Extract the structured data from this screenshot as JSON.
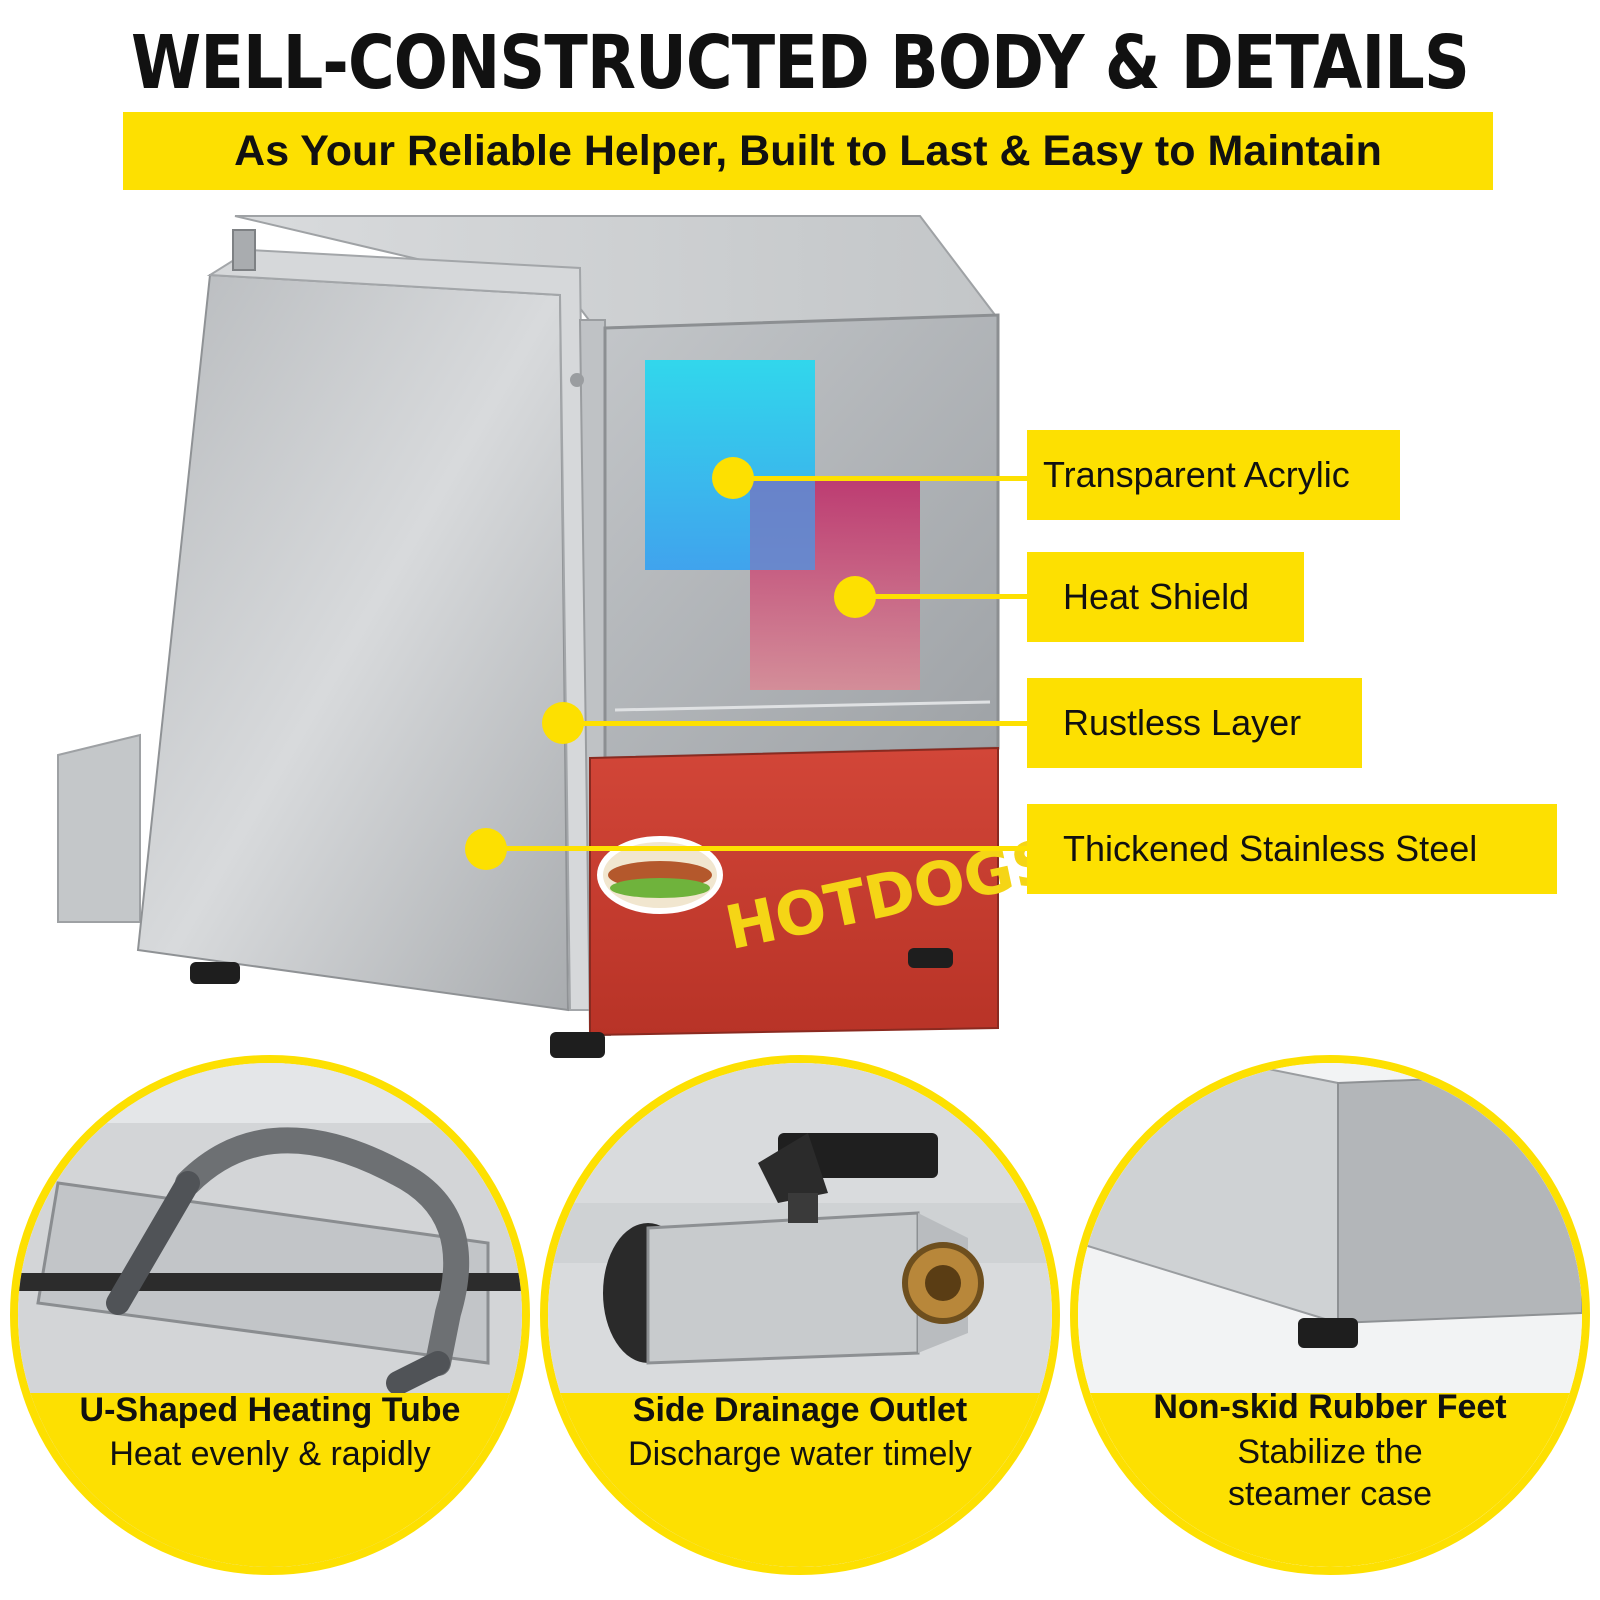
{
  "header": {
    "title": "WELL-CONSTRUCTED BODY & DETAILS",
    "subtitle": "As Your Reliable Helper, Built to Last & Easy to Maintain"
  },
  "product": {
    "brand_text": "HOTDOGS"
  },
  "callouts": [
    {
      "label": "Transparent Acrylic"
    },
    {
      "label": "Heat Shield"
    },
    {
      "label": "Rustless Layer"
    },
    {
      "label": "Thickened Stainless Steel"
    }
  ],
  "details": [
    {
      "title": "U-Shaped Heating Tube",
      "desc_lines": [
        "Heat evenly & rapidly"
      ]
    },
    {
      "title": "Side Drainage Outlet",
      "desc_lines": [
        "Discharge water timely"
      ]
    },
    {
      "title": "Non-skid Rubber Feet",
      "desc_lines": [
        "Stabilize the",
        "steamer case"
      ]
    }
  ],
  "colors": {
    "accent_yellow": "#fde001",
    "product_red": "#c63a2c",
    "steel": "#c8cbcd",
    "acrylic_cyan": "#2ad4ec",
    "heat_shield_pink": "#c0306e"
  }
}
